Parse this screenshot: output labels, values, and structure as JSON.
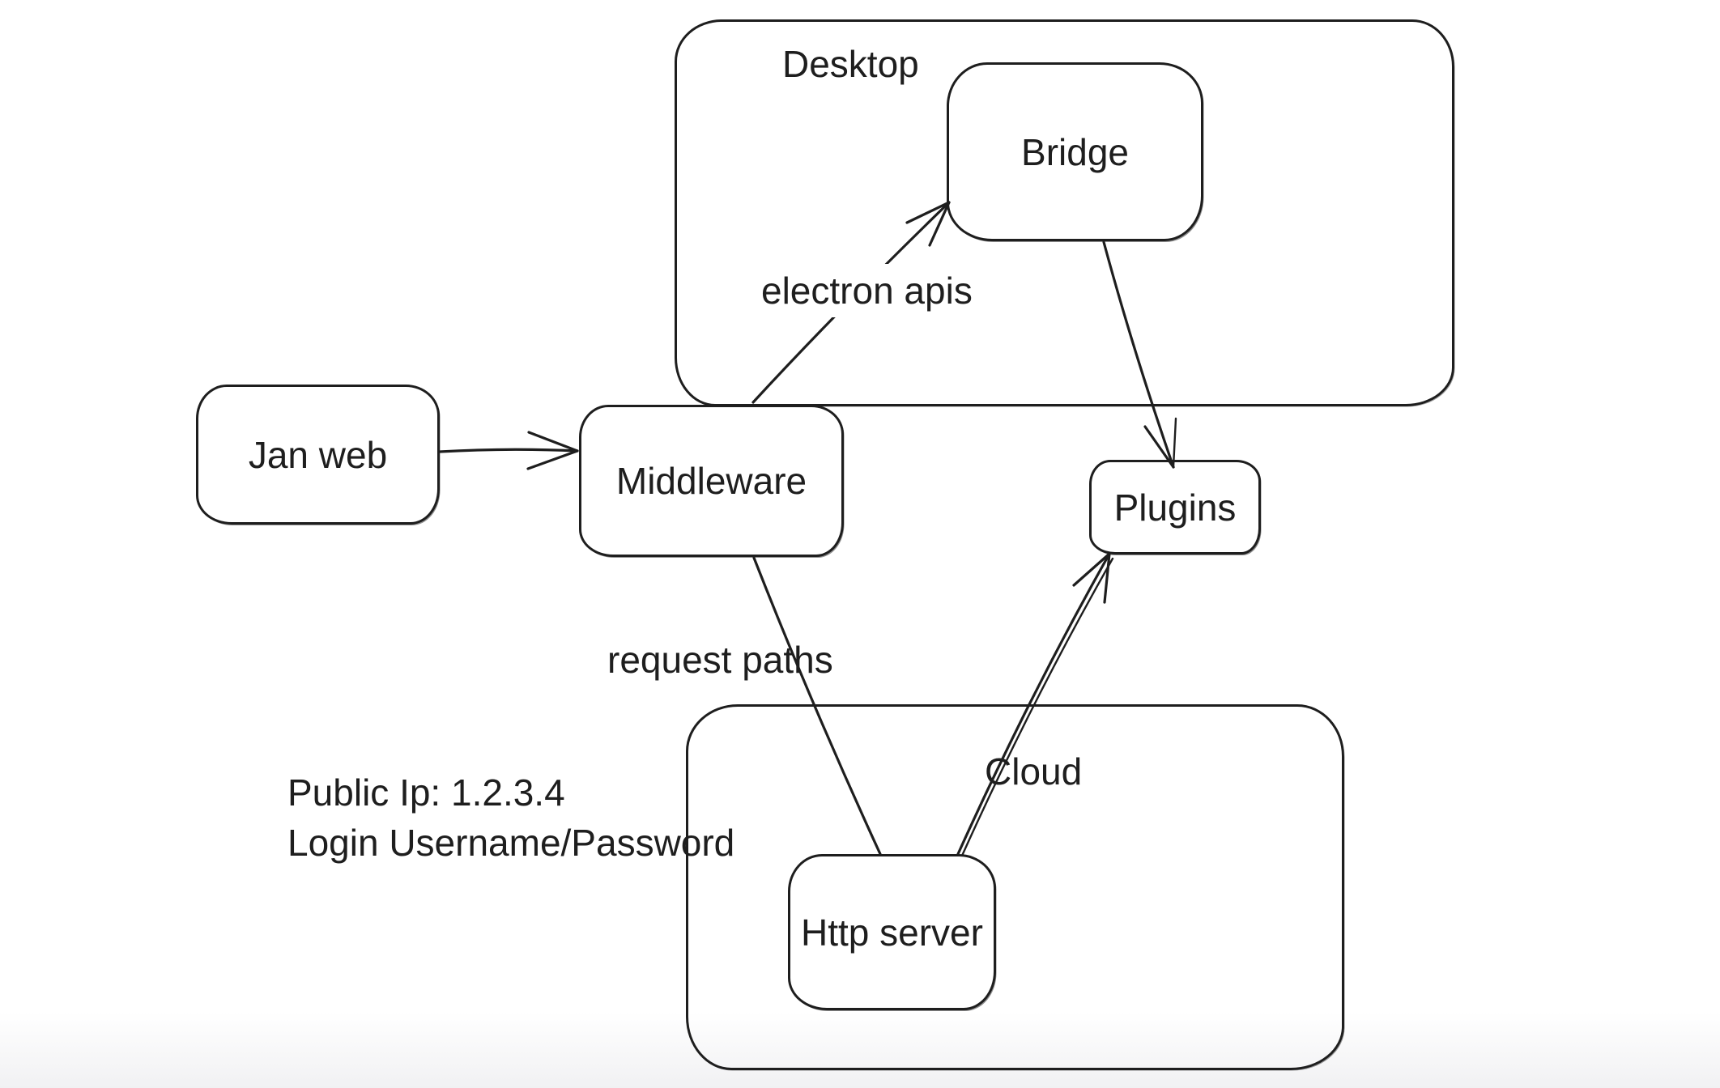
{
  "colors": {
    "stroke": "#1e1e1e",
    "background": "#ffffff",
    "node_fill": "#ffffff"
  },
  "containers": {
    "desktop": {
      "label": "Desktop"
    },
    "cloud": {
      "label": "Cloud"
    }
  },
  "nodes": {
    "jan_web": {
      "label": "Jan web"
    },
    "middleware": {
      "label": "Middleware"
    },
    "bridge": {
      "label": "Bridge"
    },
    "plugins": {
      "label": "Plugins"
    },
    "http_server": {
      "label": "Http server"
    }
  },
  "edge_labels": {
    "electron_apis": "electron apis",
    "request_paths": "request paths"
  },
  "edges": [
    {
      "from": "Jan web",
      "to": "Middleware",
      "label": "",
      "arrowhead": true
    },
    {
      "from": "Middleware",
      "to": "Bridge",
      "label": "electron apis",
      "arrowhead": true
    },
    {
      "from": "Bridge",
      "to": "Plugins",
      "label": "",
      "arrowhead": true
    },
    {
      "from": "Middleware",
      "to": "Http server",
      "label": "request paths",
      "arrowhead": false
    },
    {
      "from": "Http server",
      "to": "Plugins",
      "label": "",
      "arrowhead": true
    }
  ],
  "annotation": {
    "line1": "Public Ip: 1.2.3.4",
    "line2": "Login Username/Password"
  }
}
